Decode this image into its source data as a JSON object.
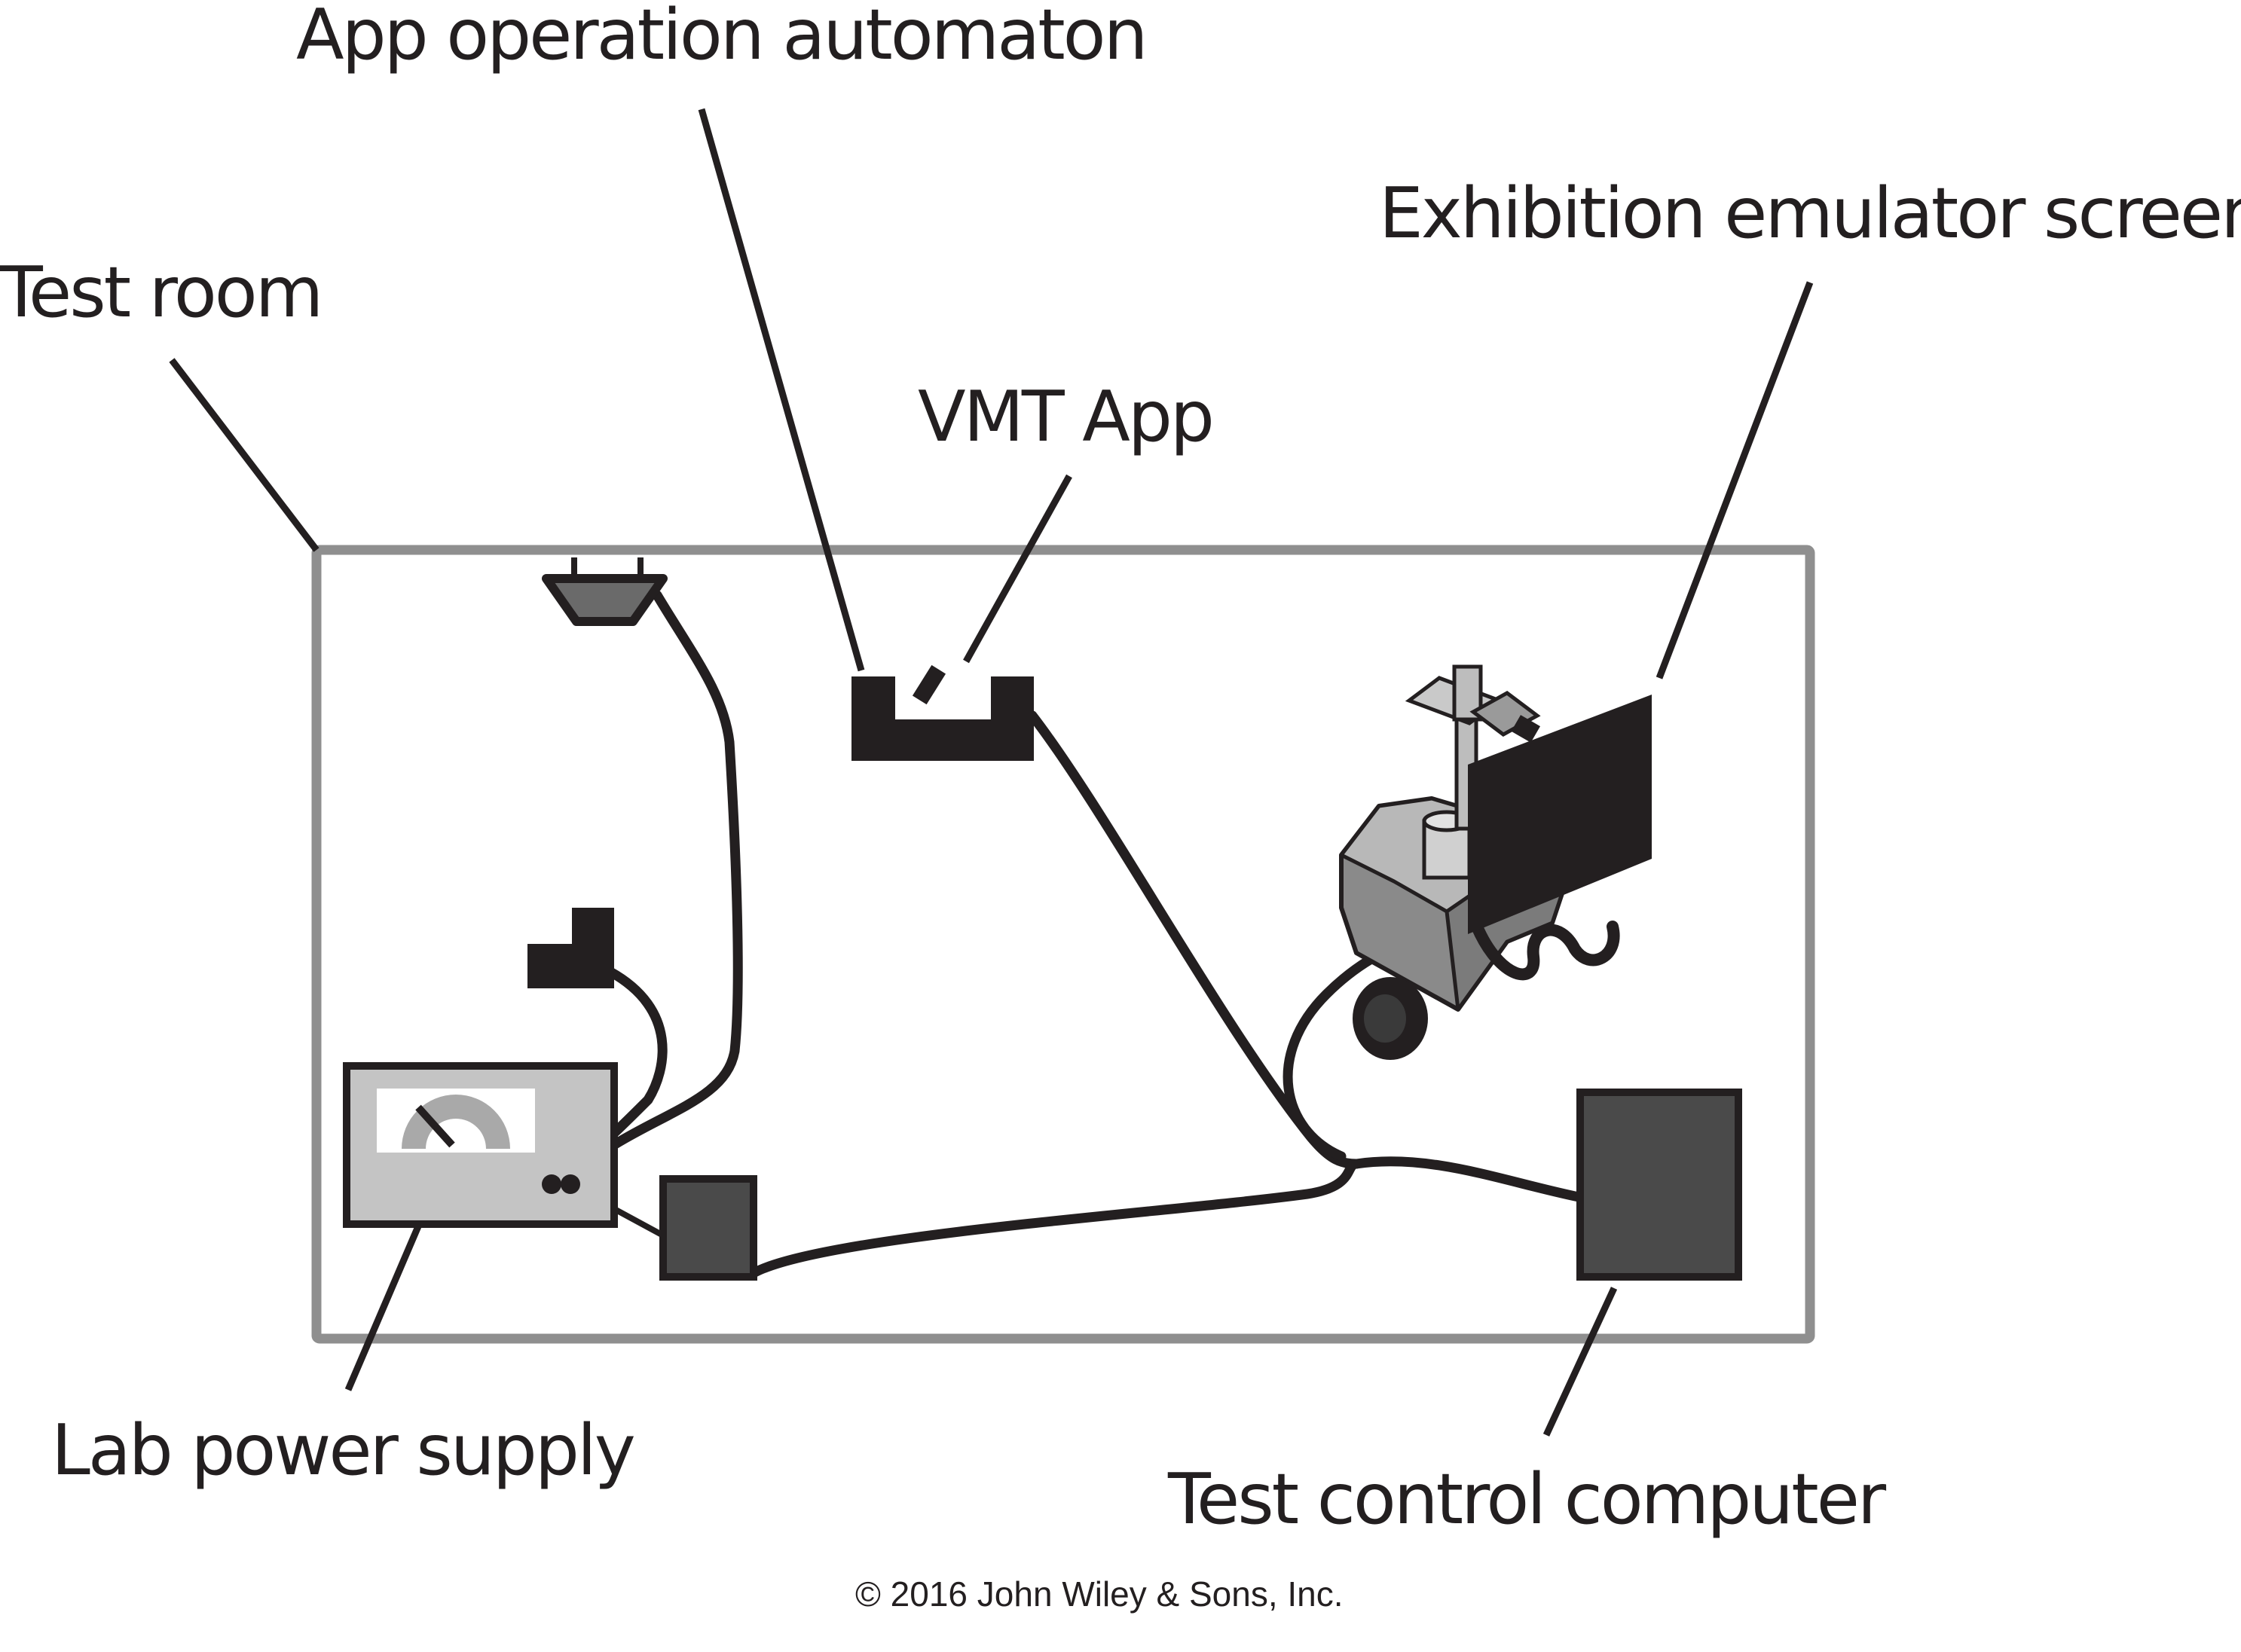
{
  "labels": {
    "test_room": "Test room",
    "app_operation_automaton": "App operation automaton",
    "vmt_app": "VMT App",
    "exhibition_emulator_screen": "Exhibition emulator screen",
    "lab_power_supply": "Lab power supply",
    "test_control_computer": "Test control computer"
  },
  "copyright": "© 2016 John Wiley & Sons, Inc.",
  "icons": {
    "robot": "robot-icon",
    "lamp": "lamp-icon",
    "power_supply": "power-supply-icon",
    "computer": "computer-icon",
    "automaton": "automaton-icon",
    "phone": "phone-icon",
    "small_device": "small-device-icon"
  },
  "colors": {
    "ink": "#231f20",
    "room_border": "#8f8f8f",
    "computer_fill": "#4a4a4a",
    "power_supply_fill": "#c4c4c4"
  }
}
